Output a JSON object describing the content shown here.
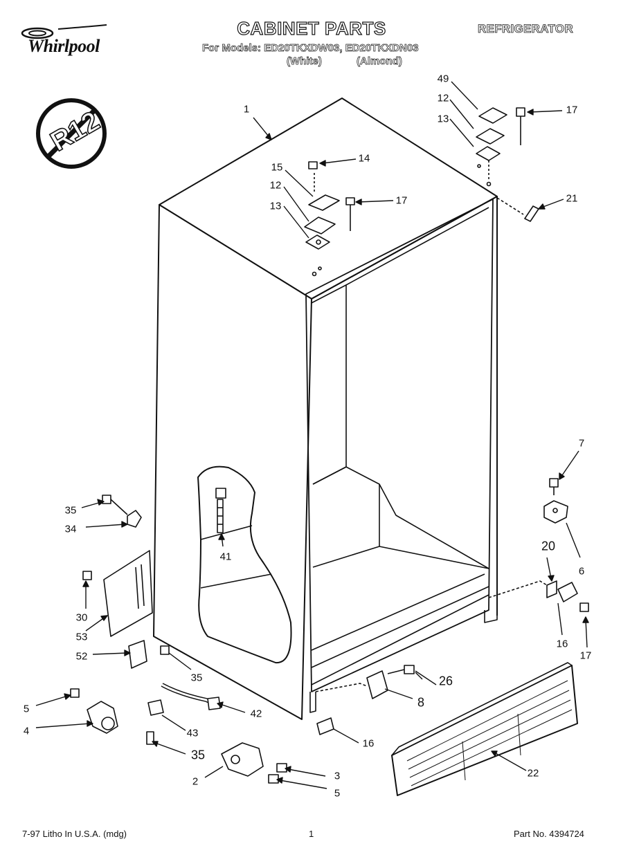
{
  "brand": "Whirlpool",
  "badge_text": "R12",
  "title": "CABINET PARTS",
  "category": "REFRIGERATOR",
  "models_line": "For Models: ED20TKXDW03, ED20TKXDN03",
  "variant_white": "(White)",
  "variant_almond": "(Almond)",
  "footer": {
    "left": "7-97 Litho In U.S.A. (mdg)",
    "page": "1",
    "part_no": "Part No. 4394724"
  },
  "callouts": {
    "c1": "1",
    "c49": "49",
    "c12a": "12",
    "c13a": "13",
    "c17a": "17",
    "c14": "14",
    "c15": "15",
    "c12b": "12",
    "c17b": "17",
    "c13b": "13",
    "c21": "21",
    "c7": "7",
    "c6": "6",
    "c20": "20",
    "c16a": "16",
    "c17c": "17",
    "c35a": "35",
    "c34": "34",
    "c41": "41",
    "c30": "30",
    "c53": "53",
    "c52": "52",
    "c35b": "35",
    "c26": "26",
    "c8": "8",
    "c5a": "5",
    "c4": "4",
    "c42": "42",
    "c43": "43",
    "c16b": "16",
    "c35c": "35",
    "c3": "3",
    "c5b": "5",
    "c2": "2",
    "c22": "22"
  }
}
